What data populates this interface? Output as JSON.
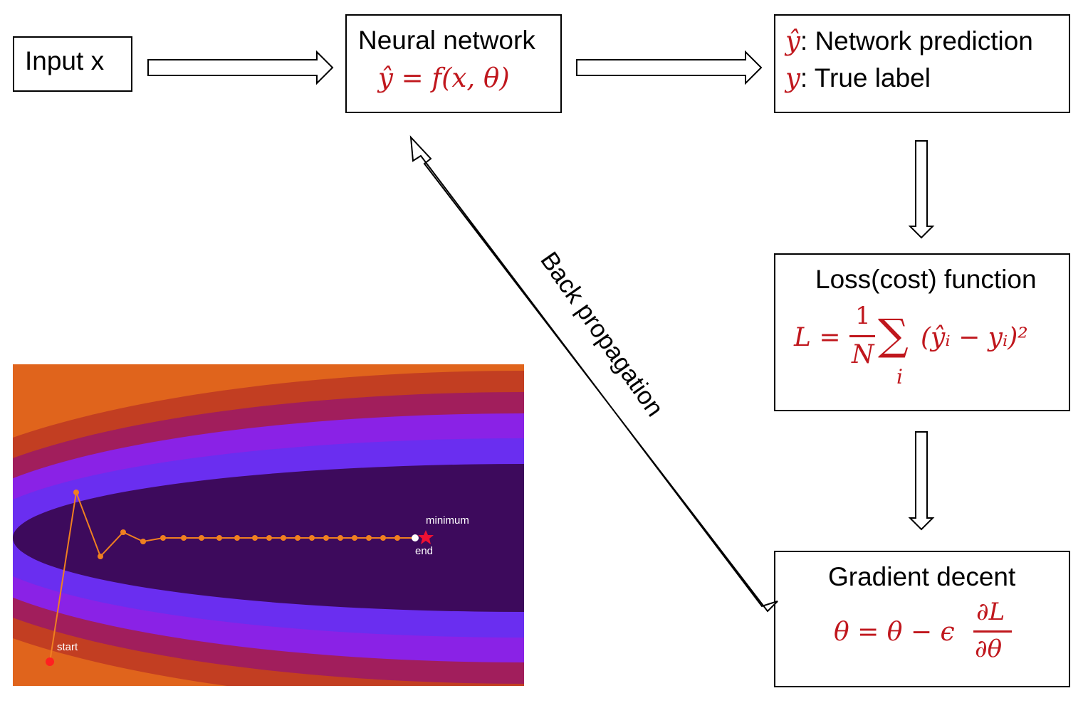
{
  "input_box": {
    "label": "Input x"
  },
  "network_box": {
    "title": "Neural network",
    "formula": "ŷ = f(x, θ)"
  },
  "output_box": {
    "prediction_symbol": "ŷ",
    "prediction_label": ": Network prediction",
    "true_symbol": "y",
    "true_label": ": True label"
  },
  "loss_box": {
    "title": "Loss(cost) function",
    "lhs": "L =",
    "numerator": "1",
    "denominator": "N",
    "sum": "∑",
    "sum_index": "i",
    "term": "(ŷᵢ − yᵢ)²"
  },
  "gradient_box": {
    "title": "Gradient decent",
    "lhs": "θ = θ  − ϵ",
    "numerator": "∂L",
    "denominator": "∂θ"
  },
  "backprop": {
    "label": "Back propagation"
  },
  "contour_plot": {
    "start_label": "start",
    "end_label": "end",
    "minimum_label": "minimum",
    "colors": {
      "band1": "#e0641c",
      "band2": "#c23e22",
      "band3": "#a11e5c",
      "band4": "#8a22e6",
      "band5": "#6a2ef0",
      "center": "#3d0a5c",
      "path": "#f08020",
      "start_dot": "#ff2020",
      "star": "#ee1133"
    }
  },
  "colors": {
    "math": "#c0171d"
  }
}
